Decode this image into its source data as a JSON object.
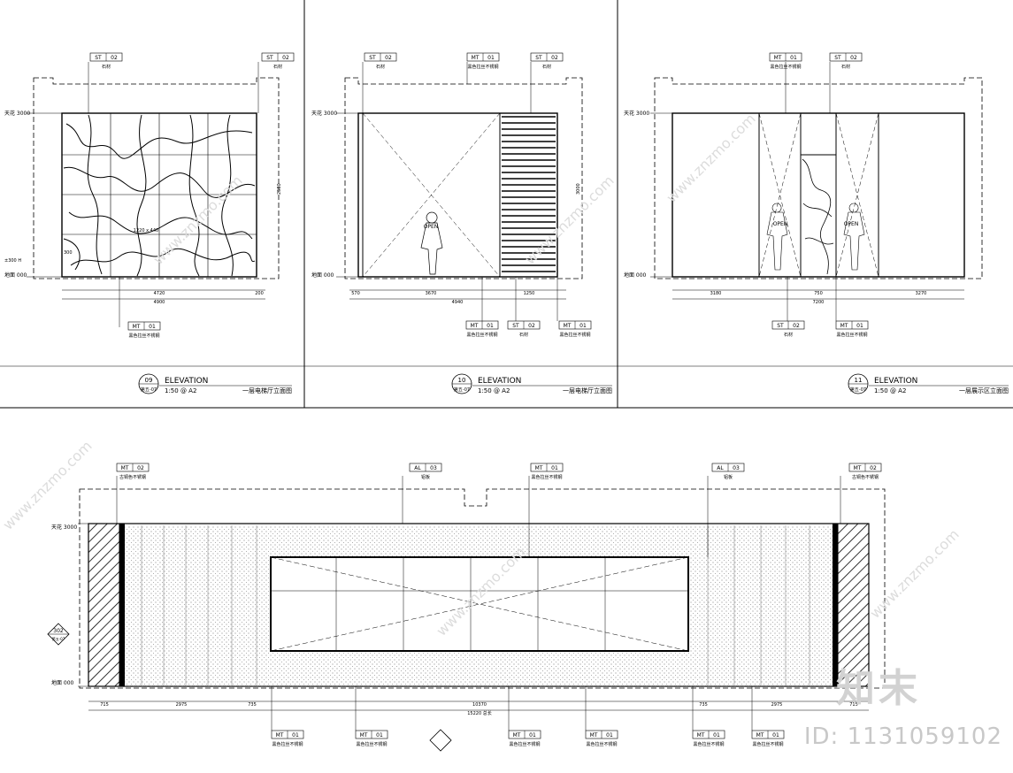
{
  "watermark": {
    "logo": "知末",
    "id_text": "ID: 1131059102",
    "site": "www.znzmo.com",
    "color": "#c8c8c8"
  },
  "panels": [
    {
      "number": "09",
      "sheet_ref": "第五-07",
      "title": "ELEVATION",
      "scale": "1:50  @ A2",
      "name": "一层电梯厅立面图",
      "tags_top": [
        {
          "code": "ST",
          "num": "02",
          "note": "石材"
        },
        {
          "code": "ST",
          "num": "02",
          "note": "石材"
        }
      ],
      "tags_bottom": [
        {
          "code": "MT",
          "num": "01",
          "note": "黑色拉丝不锈钢"
        }
      ],
      "levels": [
        "天花 3000",
        "±300 H",
        "地面 000"
      ],
      "dims": [
        "4720",
        "200",
        "4900",
        "2580",
        "300"
      ]
    },
    {
      "number": "10",
      "sheet_ref": "第五-07",
      "title": "ELEVATION",
      "scale": "1:50  @ A2",
      "name": "一层电梯厅立面图",
      "tags_top": [
        {
          "code": "ST",
          "num": "02",
          "note": "石材"
        },
        {
          "code": "MT",
          "num": "01",
          "note": "黑色拉丝不锈钢"
        },
        {
          "code": "ST",
          "num": "02",
          "note": "石材"
        }
      ],
      "tags_bottom": [
        {
          "code": "MT",
          "num": "01",
          "note": "黑色拉丝不锈钢"
        },
        {
          "code": "ST",
          "num": "02",
          "note": "石材"
        },
        {
          "code": "MT",
          "num": "01",
          "note": "黑色拉丝不锈钢"
        }
      ],
      "levels": [
        "天花 3000",
        "地面 000"
      ],
      "dims": [
        "570",
        "3670",
        "1250",
        "4940",
        "3000"
      ],
      "door": "OPEN"
    },
    {
      "number": "11",
      "sheet_ref": "第五-07",
      "title": "ELEVATION",
      "scale": "1:50  @ A2",
      "name": "一层展示区立面图",
      "tags_top": [
        {
          "code": "MT",
          "num": "01",
          "note": "黑色拉丝不锈钢"
        },
        {
          "code": "ST",
          "num": "02",
          "note": "石材"
        }
      ],
      "tags_bottom": [
        {
          "code": "ST",
          "num": "02",
          "note": "石材"
        },
        {
          "code": "MT",
          "num": "01",
          "note": "黑色拉丝不锈钢"
        }
      ],
      "levels": [
        "天花 3000",
        "地面 000"
      ],
      "dims": [
        "3180",
        "750",
        "3270",
        "7200"
      ],
      "door": "OPEN"
    }
  ],
  "bottom_elevation": {
    "tags_top": [
      {
        "code": "MT",
        "num": "02",
        "note": "古铜色不锈钢"
      },
      {
        "code": "AL",
        "num": "03",
        "note": "铝板"
      },
      {
        "code": "MT",
        "num": "01",
        "note": "黑色拉丝不锈钢"
      },
      {
        "code": "AL",
        "num": "03",
        "note": "铝板"
      },
      {
        "code": "MT",
        "num": "02",
        "note": "古铜色不锈钢"
      }
    ],
    "tags_bottom": [
      {
        "code": "MT",
        "num": "01",
        "note": "黑色拉丝不锈钢"
      },
      {
        "code": "MT",
        "num": "01",
        "note": "黑色拉丝不锈钢"
      },
      {
        "code": "MT",
        "num": "01",
        "note": "黑色拉丝不锈钢"
      },
      {
        "code": "MT",
        "num": "01",
        "note": "黑色拉丝不锈钢"
      },
      {
        "code": "MT",
        "num": "01",
        "note": "黑色拉丝不锈钢"
      },
      {
        "code": "MT",
        "num": "01",
        "note": "黑色拉丝不锈钢"
      }
    ],
    "levels": [
      "天花 3000",
      "地面 000"
    ],
    "dims_bottom": [
      "715",
      "2975",
      "735",
      "10370",
      "735",
      "2975",
      "715"
    ],
    "total": "15220 总长",
    "section_ref": {
      "num": "302",
      "sheet": "第五-07"
    }
  }
}
